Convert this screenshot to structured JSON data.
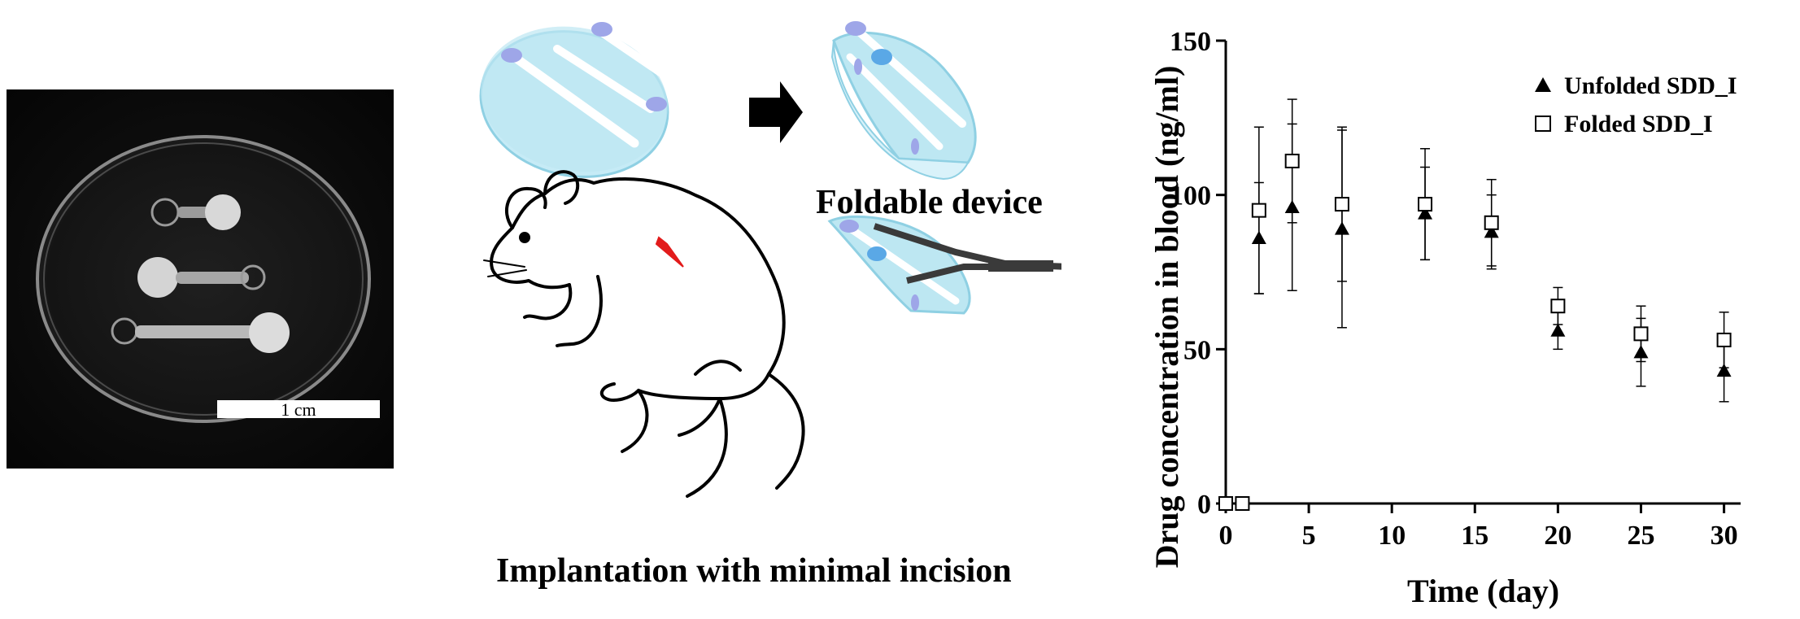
{
  "photo": {
    "scale_bar_label": "1 cm"
  },
  "illustration": {
    "foldable_label": "Foldable device",
    "implant_label": "Implantation with minimal incision"
  },
  "colors": {
    "device_fill": "#bde7f2",
    "device_edge": "#7fc8dc",
    "reservoir": "#9ea6e8",
    "channel": "#ffffff",
    "incision": "#e21b1b",
    "forceps": "#3a3a3a"
  },
  "chart_data": {
    "type": "scatter",
    "xlabel": "Time (day)",
    "ylabel": "Drug concentration in blood (ng/ml)",
    "xlim": [
      0,
      31
    ],
    "ylim": [
      0,
      150
    ],
    "xticks": [
      0,
      5,
      10,
      15,
      20,
      25,
      30
    ],
    "yticks": [
      0,
      50,
      100,
      150
    ],
    "legend_position": "top-right",
    "grid": false,
    "series": [
      {
        "name": "Unfolded SDD_I",
        "marker": "filled-triangle",
        "points": [
          {
            "x": 0,
            "y": 0,
            "err": 0
          },
          {
            "x": 1,
            "y": 0,
            "err": 0
          },
          {
            "x": 2,
            "y": 86,
            "err": 18
          },
          {
            "x": 4,
            "y": 96,
            "err": 27
          },
          {
            "x": 7,
            "y": 89,
            "err": 32
          },
          {
            "x": 12,
            "y": 94,
            "err": 15
          },
          {
            "x": 16,
            "y": 88,
            "err": 12
          },
          {
            "x": 20,
            "y": 56,
            "err": 6
          },
          {
            "x": 25,
            "y": 49,
            "err": 11
          },
          {
            "x": 30,
            "y": 43,
            "err": 10
          }
        ]
      },
      {
        "name": "Folded SDD_I",
        "marker": "open-square",
        "points": [
          {
            "x": 0,
            "y": 0,
            "err": 0
          },
          {
            "x": 1,
            "y": 0,
            "err": 0
          },
          {
            "x": 2,
            "y": 95,
            "err": 27
          },
          {
            "x": 4,
            "y": 111,
            "err": 20
          },
          {
            "x": 7,
            "y": 97,
            "err": 25
          },
          {
            "x": 12,
            "y": 97,
            "err": 18
          },
          {
            "x": 16,
            "y": 91,
            "err": 14
          },
          {
            "x": 20,
            "y": 64,
            "err": 6
          },
          {
            "x": 25,
            "y": 55,
            "err": 9
          },
          {
            "x": 30,
            "y": 53,
            "err": 9
          }
        ]
      }
    ]
  }
}
